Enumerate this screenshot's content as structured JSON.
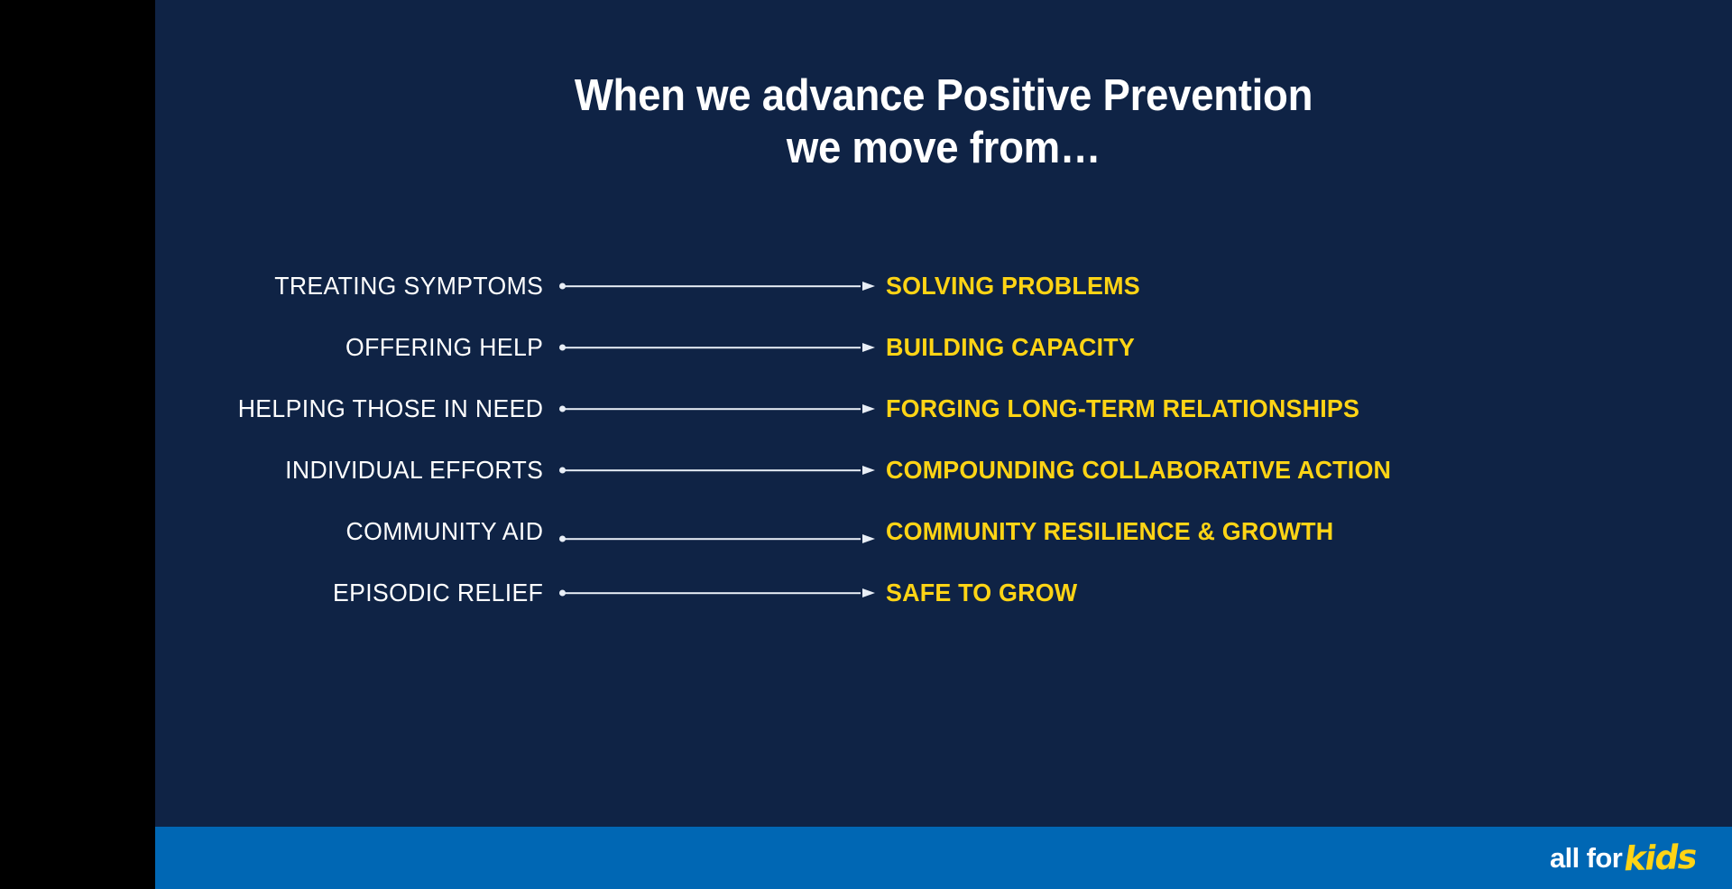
{
  "slide": {
    "background_color": "#0f2345",
    "footer_color": "#0067b4",
    "accent_color": "#ffd415",
    "text_color": "#ffffff",
    "title": {
      "line1": "When we advance Positive Prevention",
      "line2": "we move from…"
    },
    "rows": [
      {
        "from": "TREATING SYMPTOMS",
        "to": "SOLVING PROBLEMS"
      },
      {
        "from": "OFFERING HELP",
        "to": "BUILDING CAPACITY"
      },
      {
        "from": "HELPING THOSE IN NEED",
        "to": "FORGING LONG-TERM RELATIONSHIPS"
      },
      {
        "from": "INDIVIDUAL EFFORTS",
        "to": "COMPOUNDING COLLABORATIVE ACTION"
      },
      {
        "from": "COMMUNITY AID",
        "to": "COMMUNITY RESILIENCE & GROWTH"
      },
      {
        "from": "EPISODIC RELIEF",
        "to": "SAFE TO GROW"
      }
    ],
    "logo": {
      "primary": "all for",
      "accent": "kids"
    }
  }
}
